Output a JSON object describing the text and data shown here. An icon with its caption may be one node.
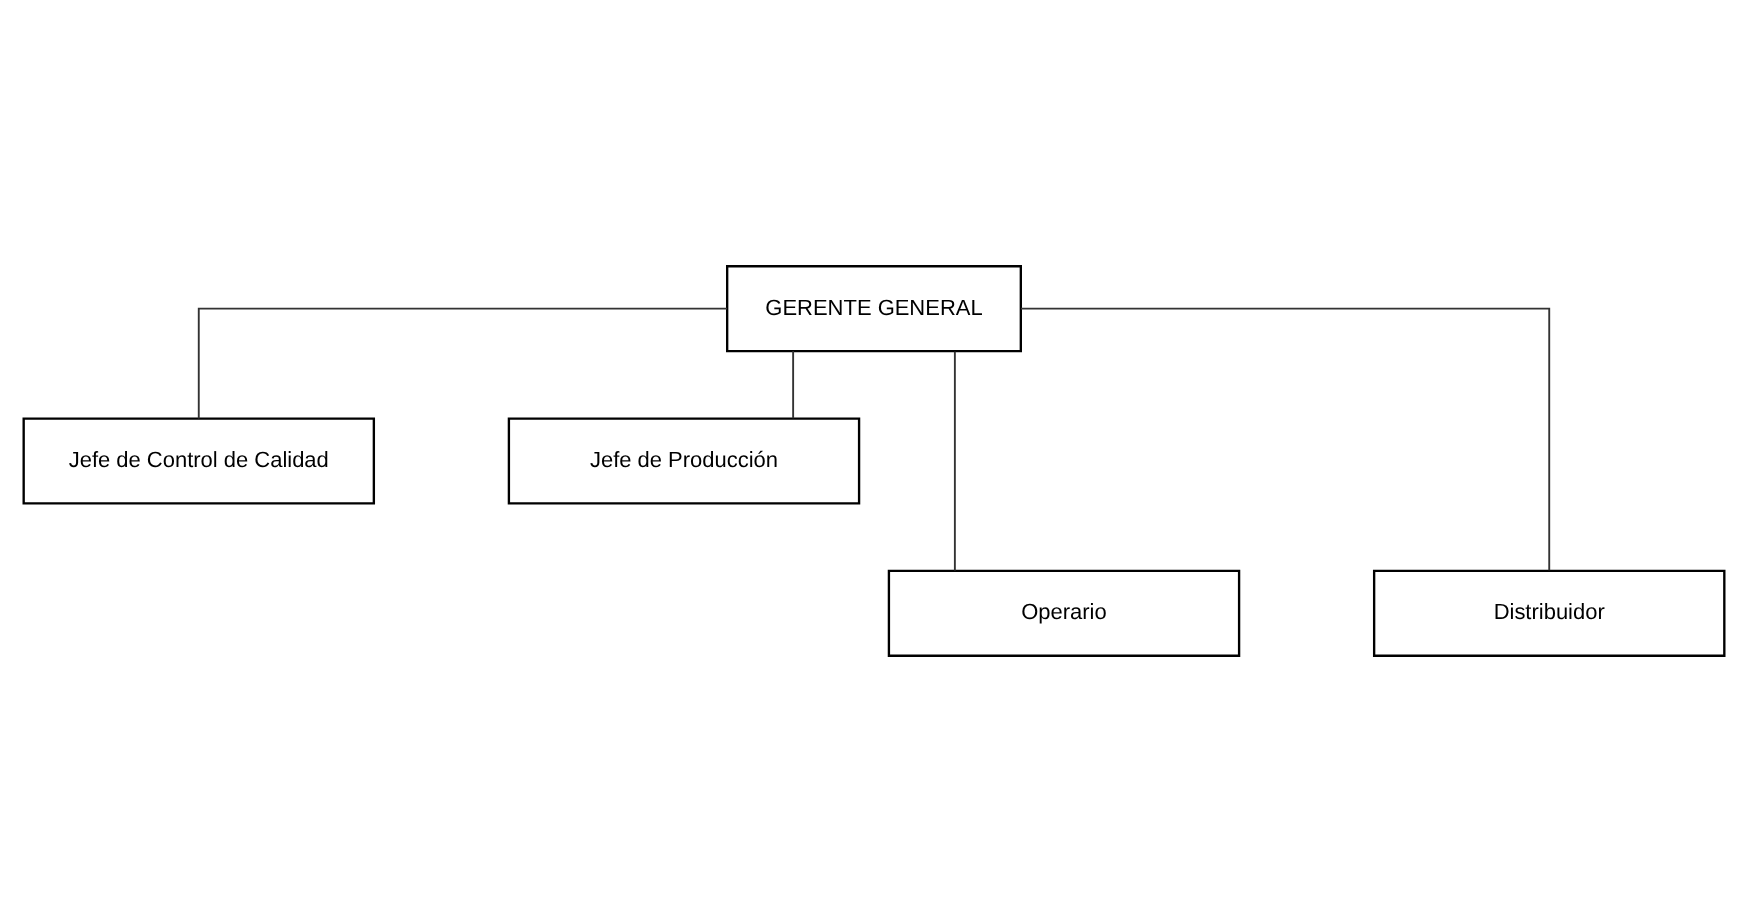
{
  "diagram": {
    "nodes": [
      {
        "text": [
          "GERENTE GENERAL"
        ]
      },
      {
        "text": [
          "Jefe de Control de Calidad"
        ]
      },
      {
        "text": [
          "Jefe de Producción"
        ]
      },
      {
        "text": [
          "Operario"
        ]
      },
      {
        "text": [
          "Distribuidor"
        ]
      }
    ],
    "edges": [
      {
        "from": 0,
        "to": 1,
        "arrow": "none"
      },
      {
        "from": 0,
        "to": 2,
        "arrow": "none"
      },
      {
        "from": 0,
        "to": 3,
        "arrow": "none"
      },
      {
        "from": 0,
        "to": 4,
        "arrow": "none"
      }
    ]
  }
}
